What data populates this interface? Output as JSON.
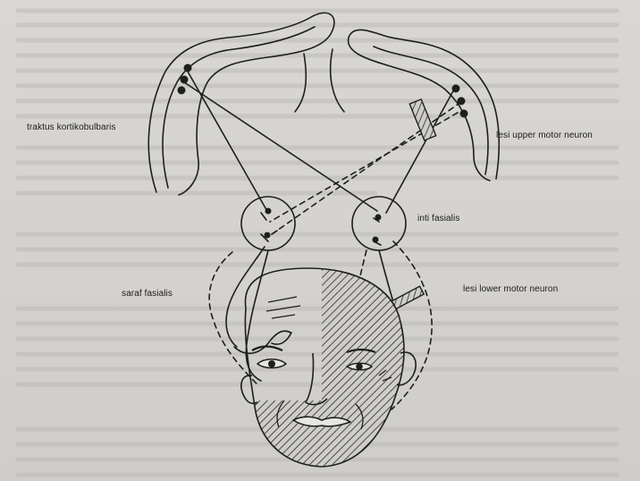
{
  "labels": {
    "tractus": "traktus kortikobulbaris",
    "upper": "lesi upper motor neuron",
    "inti": "inti fasialis",
    "saraf": "saraf fasialis",
    "lower": "lesi lower motor neuron"
  },
  "colors": {
    "paper": "#d8d6d2",
    "ink": "#1e1e1e",
    "bleed_text": "#b8b6b2"
  }
}
